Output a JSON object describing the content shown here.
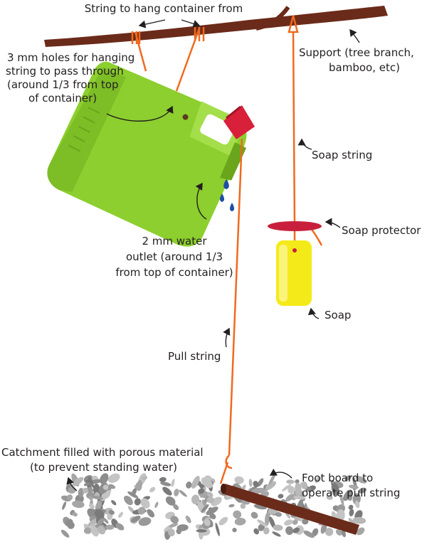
{
  "labels": {
    "string_to_hang": "String to hang container from",
    "holes_line1": "3 mm holes for hanging",
    "holes_line2": "string to pass through",
    "holes_line3": "(around 1/3 from top",
    "holes_line4": "of container)",
    "support_line1": "Support (tree branch,",
    "support_line2": "bamboo, etc)",
    "soap_string": "Soap string",
    "soap_protector": "Soap protector",
    "outlet_line1": "2 mm water",
    "outlet_line2": "outlet (around 1/3",
    "outlet_line3": "from top of container)",
    "soap": "Soap",
    "pull_string": "Pull string",
    "catchment_line1": "Catchment filled with porous material",
    "catchment_line2": "(to prevent standing water)",
    "footboard_line1": "Foot board to",
    "footboard_line2": "operate pull string"
  },
  "colors": {
    "branch": "#6b2b1a",
    "string": "#f06a1e",
    "container": "#8ccf2e",
    "container_dark": "#6aa51c",
    "cap": "#d8203b",
    "soap": "#f4ea19",
    "soap_protector": "#c8203c",
    "water": "#1f4fa3",
    "gravel": "#9a9a9a",
    "text": "#231f20"
  }
}
